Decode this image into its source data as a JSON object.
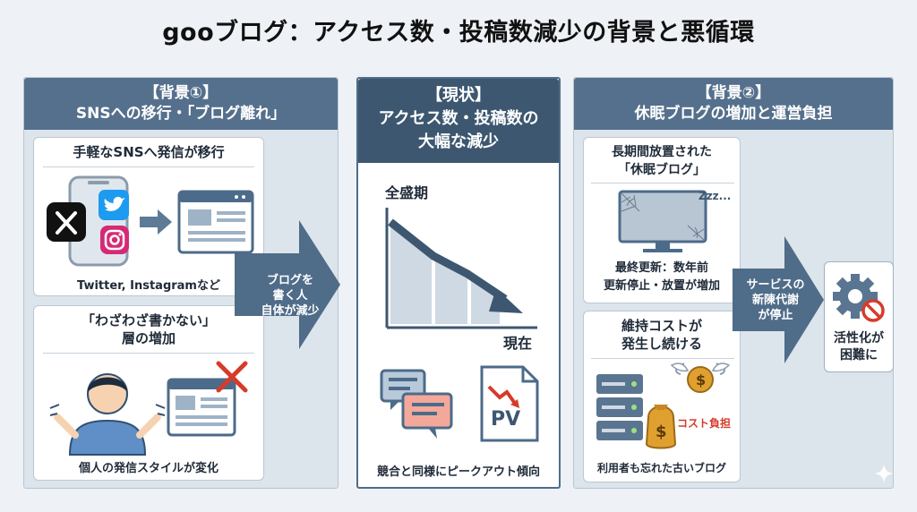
{
  "title": "gooブログ：アクセス数・投稿数減少の背景と悪循環",
  "left": {
    "header_line1": "【背景①】",
    "header_line2": "SNSへの移行・「ブログ離れ」",
    "card1": {
      "title": "手軽なSNSへ発信が移行",
      "caption": "Twitter, Instagramなど"
    },
    "card2": {
      "title_line1": "「わざわざ書かない」",
      "title_line2": "層の増加",
      "caption": "個人の発信スタイルが変化"
    }
  },
  "arrow1": {
    "line1": "ブログを",
    "line2": "書く人",
    "line3": "自体が減少"
  },
  "middle": {
    "header_line1": "【現状】",
    "header_line2": "アクセス数・投稿数の",
    "header_line3": "大幅な減少",
    "peak_label": "全盛期",
    "now_label": "現在",
    "pv_label": "PV",
    "caption": "競合と同様にピークアウト傾向"
  },
  "right": {
    "header_line1": "【背景②】",
    "header_line2": "休眠ブログの増加と運営負担",
    "card1": {
      "title_line1": "長期間放置された",
      "title_line2": "「休眠ブログ」",
      "zzz": "Zzz...",
      "caption_line1": "最終更新：数年前",
      "caption_line2": "更新停止・放置が増加"
    },
    "card2": {
      "title_line1": "維持コストが",
      "title_line2": "発生し続ける",
      "cost_label": "コスト負担",
      "caption": "利用者も忘れた古いブログ"
    }
  },
  "arrow2": {
    "line1": "サービスの",
    "line2": "新陳代謝",
    "line3": "が停止"
  },
  "result": {
    "line1": "活性化が",
    "line2": "困難に"
  },
  "colors": {
    "header_blue": "#55708c",
    "dark_blue": "#3d5770",
    "red": "#d63b2a"
  }
}
